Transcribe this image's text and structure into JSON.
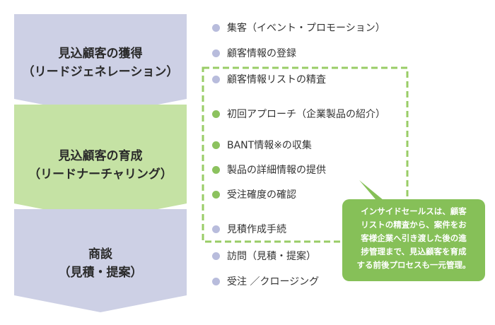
{
  "colors": {
    "stage_purple": "#cdd0e5",
    "stage_green": "#c5e2a4",
    "dot_purple": "#b8bcdc",
    "dot_green": "#8cc25e",
    "dash_green": "#99cc66",
    "callout_green": "#86c058"
  },
  "stages": [
    {
      "name": "見込顧客の獲得",
      "sub": "（リードジェネレーション）",
      "color": "purple"
    },
    {
      "name": "見込顧客の育成",
      "sub": "（リードナーチャリング）",
      "color": "green"
    },
    {
      "name": "商談",
      "sub": "（見積・提案）",
      "color": "purple"
    }
  ],
  "items": [
    {
      "label": "集客（イベント・プロモーション）",
      "dot": "purple"
    },
    {
      "label": "顧客情報の登録",
      "dot": "purple"
    },
    {
      "label": "顧客情報リストの精査",
      "dot": "purple"
    },
    {
      "label": "初回アプローチ（企業製品の紹介）",
      "dot": "green"
    },
    {
      "label": "BANT情報※の収集",
      "dot": "green"
    },
    {
      "label": "製品の詳細情報の提供",
      "dot": "green"
    },
    {
      "label": "受注確度の確認",
      "dot": "green"
    },
    {
      "label": "見積作成手続",
      "dot": "purple"
    },
    {
      "label": "訪問（見積・提案）",
      "dot": "purple"
    },
    {
      "label": "受注 ／クロージング",
      "dot": "purple"
    }
  ],
  "callout": {
    "lines": [
      "インサイドセールスは、顧客",
      "リストの精査から、案件をお",
      "客様企業へ引き渡した後の進",
      "捗管理まで、見込顧客を育成",
      "する前後プロセスも一元管理。"
    ]
  }
}
